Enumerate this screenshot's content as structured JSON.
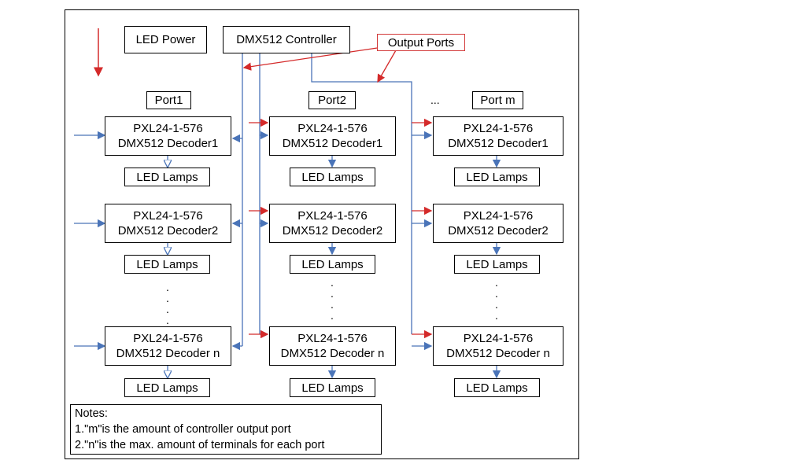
{
  "top": {
    "led_power": "LED Power",
    "controller": "DMX512 Controller",
    "output_ports": "Output Ports"
  },
  "ports": [
    {
      "label": "Port1"
    },
    {
      "label": "Port2"
    },
    {
      "label": "Port m"
    }
  ],
  "ellipsis_between_ports": "...",
  "decoder_model": "PXL24-1-576",
  "decoders": [
    "DMX512 Decoder1",
    "DMX512 Decoder2",
    "DMX512 Decoder n"
  ],
  "lamps_label": "LED Lamps",
  "notes": {
    "title": "Notes:",
    "line1": "1.\"m\"is the amount of controller output port",
    "line2": "2.\"n\"is the max. amount of terminals for each port"
  },
  "colors": {
    "blue_line": "#4a74b8",
    "red_line": "#d42a2a"
  }
}
